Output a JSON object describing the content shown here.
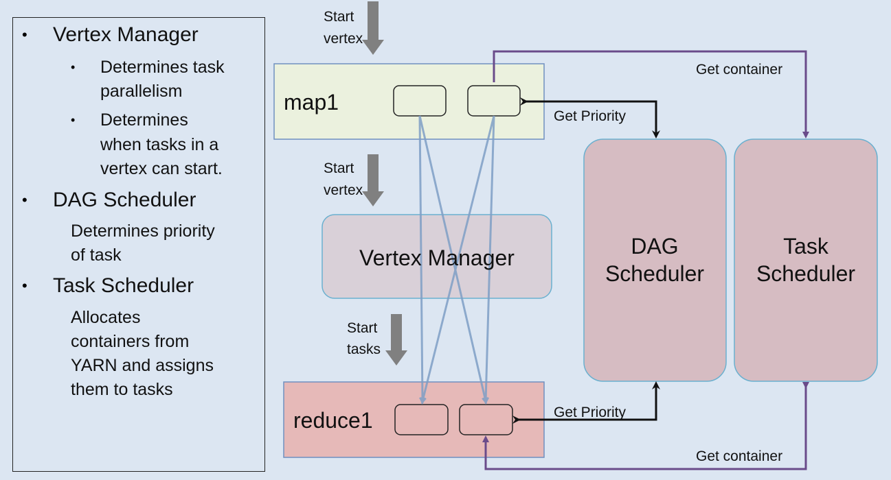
{
  "sidebar": {
    "items": [
      {
        "heading": "Vertex Manager",
        "subitems": [
          [
            "Determines task",
            "parallelism"
          ],
          [
            "Determines",
            "when tasks in a",
            "vertex can start."
          ]
        ]
      },
      {
        "heading": "DAG Scheduler",
        "description": [
          "Determines priority",
          "of task"
        ]
      },
      {
        "heading": "Task Scheduler",
        "description": [
          "Allocates",
          "containers from",
          "YARN and assigns",
          "them to tasks"
        ]
      }
    ]
  },
  "diagram": {
    "map_box_label": "map1",
    "reduce_box_label": "reduce1",
    "vertex_manager_label": "Vertex Manager",
    "dag_scheduler_label": [
      "DAG",
      "Scheduler"
    ],
    "task_scheduler_label": [
      "Task",
      "Scheduler"
    ],
    "start_vertex_top": [
      "Start",
      "vertex"
    ],
    "start_vertex_mid": [
      "Start",
      "vertex"
    ],
    "start_tasks": [
      "Start",
      "tasks"
    ],
    "get_container_top": "Get container",
    "get_container_bottom": "Get container",
    "get_priority_top": "Get Priority",
    "get_priority_bottom": "Get Priority"
  },
  "colors": {
    "background": "#dce6f2",
    "map_fill": "#ebf1de",
    "reduce_fill": "#e6b9b8",
    "vertex_manager_fill": "#d9d0d8",
    "scheduler_fill": "#d6bcc2",
    "purple_arrow": "#6a4b8a",
    "blue_line": "#7f9fc6",
    "gray_arrow": "#808080"
  }
}
